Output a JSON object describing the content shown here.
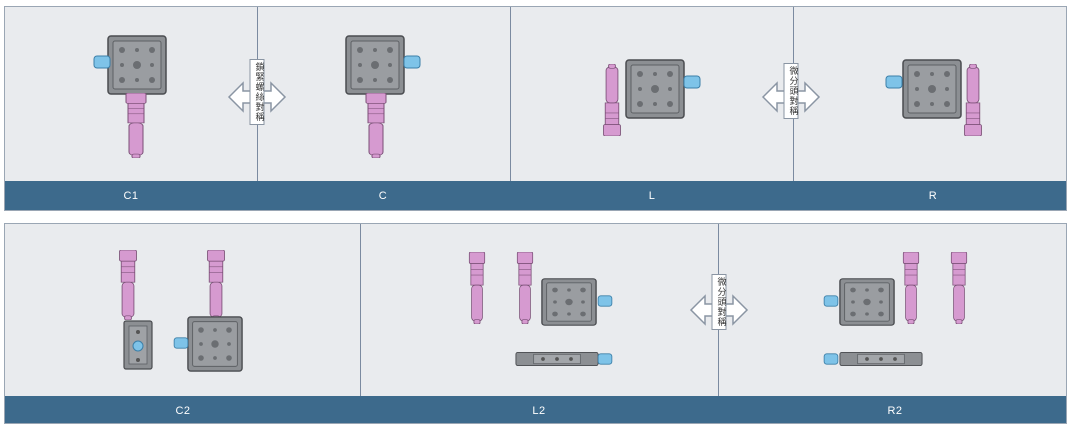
{
  "top_row": {
    "captions": [
      "C1",
      "C",
      "L",
      "R"
    ],
    "arrows": [
      {
        "text": "鎖緊螺絲對稱"
      },
      {
        "text": "微分頭對稱"
      }
    ]
  },
  "bottom_row": {
    "captions": [
      "C2",
      "L2",
      "R2"
    ],
    "arrows": [
      {
        "text": "微分頭對稱"
      }
    ]
  },
  "colors": {
    "panel_bg": "#e9ebee",
    "caption_bar": "#3d6a8c",
    "micrometer": "#d69ad0",
    "stage_body": "#8a8d91",
    "knob": "#7ec3e8"
  },
  "icons": [
    "double-arrow-icon",
    "xy-stage-icon",
    "micrometer-icon",
    "lock-screw-icon"
  ]
}
